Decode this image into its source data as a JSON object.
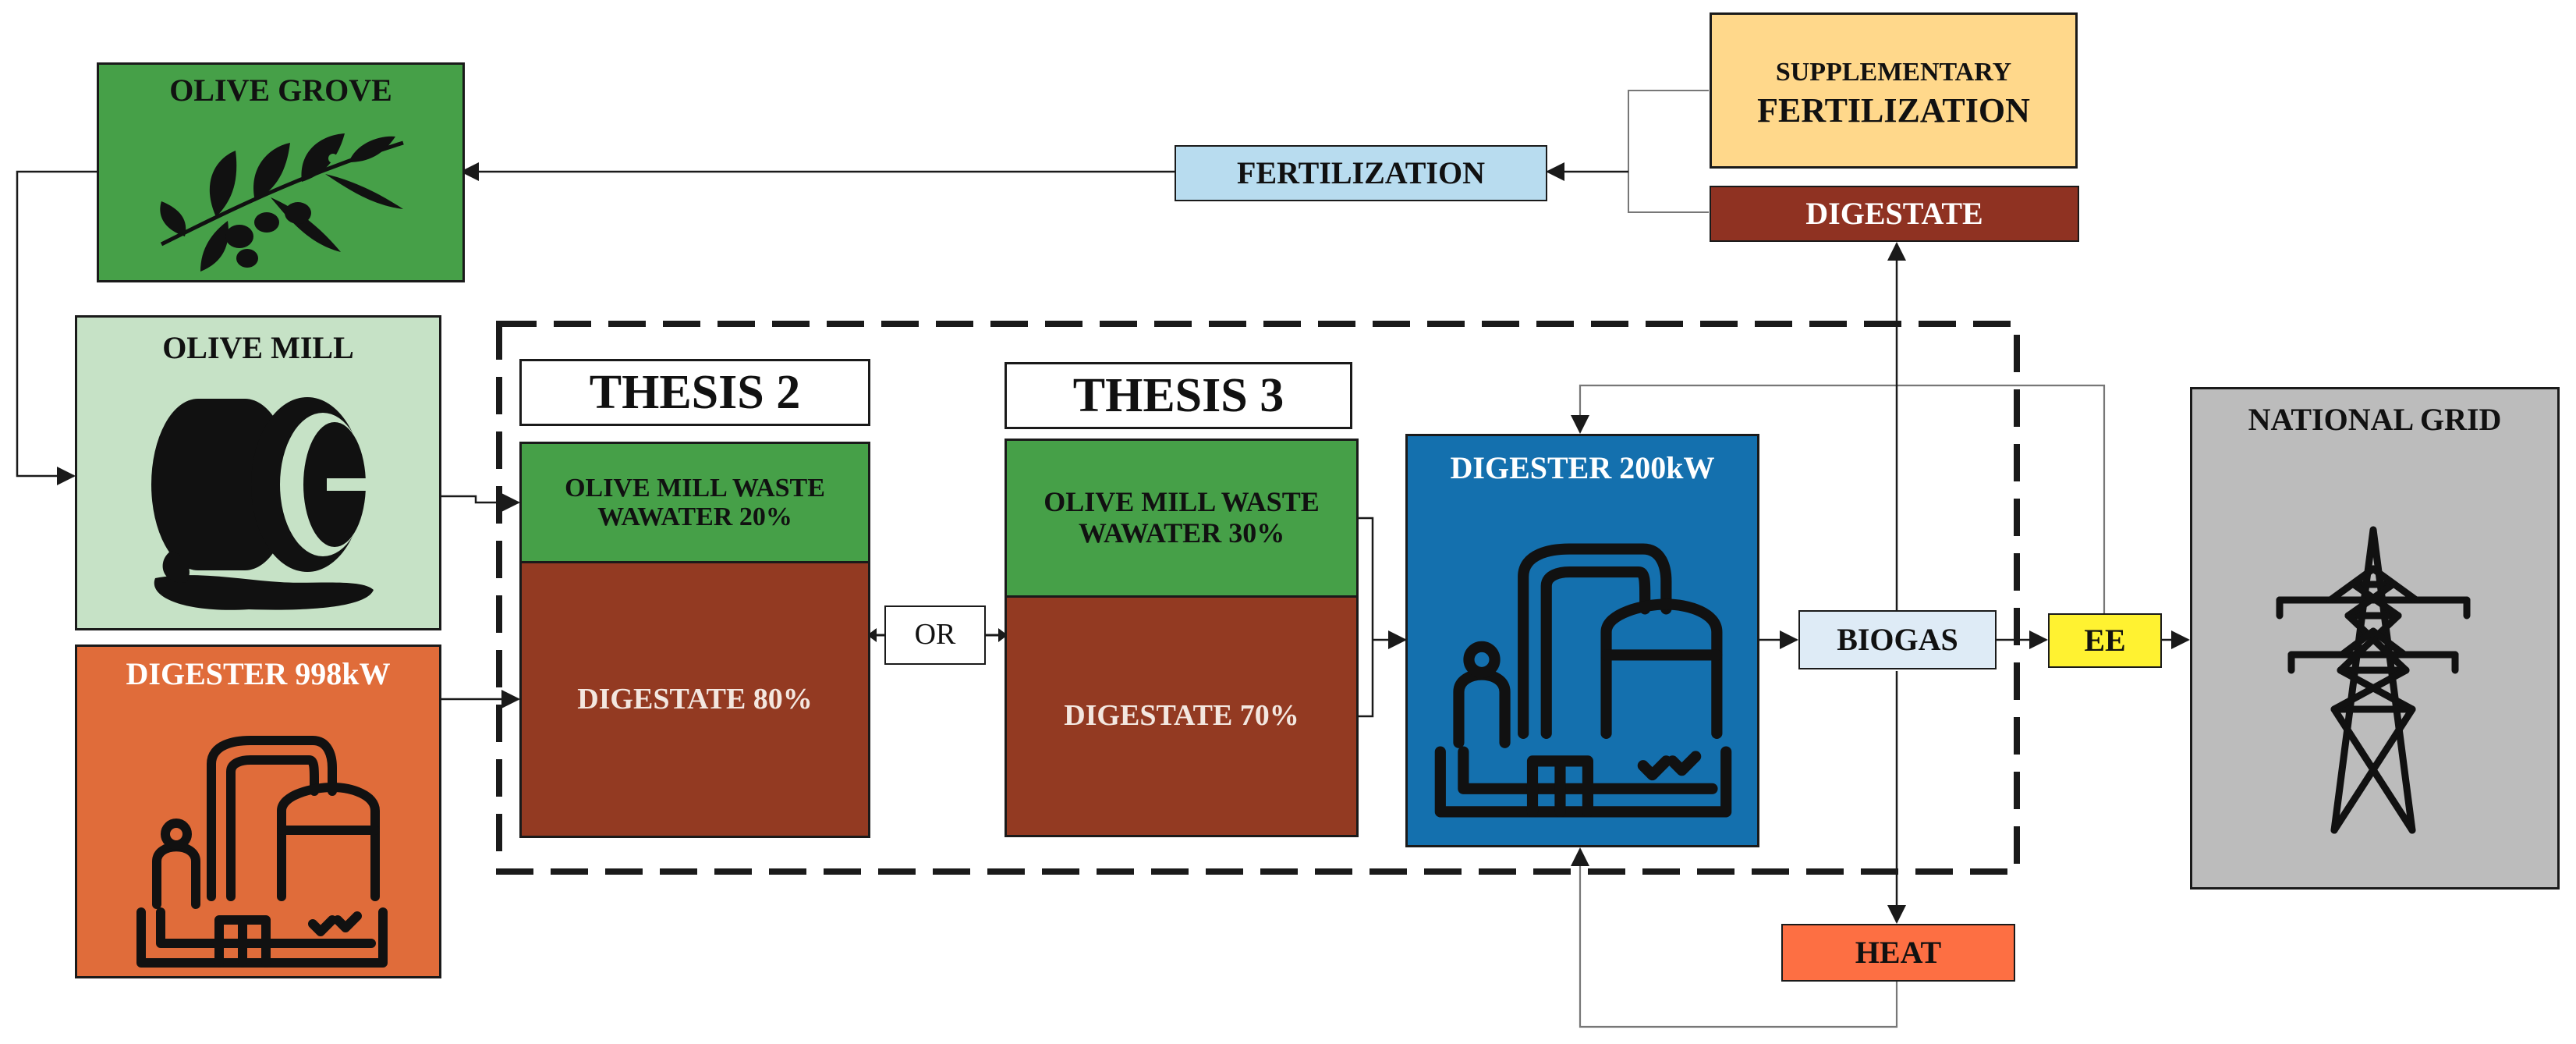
{
  "nodes": {
    "olive_grove": {
      "label": "OLIVE GROVE",
      "color": "#46a048"
    },
    "olive_mill": {
      "label": "OLIVE MILL",
      "color": "#c6e2c6"
    },
    "digester_998": {
      "label": "DIGESTER 998kW",
      "color": "#e06c3a"
    },
    "thesis2": {
      "title": "THESIS 2",
      "waste": "OLIVE MILL WASTE WAWATER 20%",
      "digestate": "DIGESTATE 80%"
    },
    "or_box": {
      "label": "OR"
    },
    "thesis3": {
      "title": "THESIS 3",
      "waste": "OLIVE MILL WASTE WAWATER 30%",
      "digestate": "DIGESTATE 70%"
    },
    "digester_200": {
      "label": "DIGESTER 200kW",
      "color": "#1470ae"
    },
    "biogas": {
      "label": "BIOGAS",
      "color": "#deebf6"
    },
    "ee": {
      "label": "EE",
      "color": "#fff231"
    },
    "national_grid": {
      "label": "NATIONAL GRID",
      "color": "#bcbcbc"
    },
    "heat": {
      "label": "HEAT",
      "color": "#fd6f43"
    },
    "digestate_out": {
      "label": "DIGESTATE",
      "color": "#8f3222"
    },
    "supplementary": {
      "label_line1": "SUPPLEMENTARY",
      "label_line2": "FERTILIZATION",
      "color": "#ffd88b"
    },
    "fertilization": {
      "label": "FERTILIZATION",
      "color": "#b8dcef"
    }
  },
  "colors": {
    "waste_green": "#46a048",
    "digestate_brown": "#933a22",
    "line": "#1a1a1a",
    "thin_line": "#777777"
  },
  "icons": [
    "olive-branch-icon",
    "olive-mill-press-icon",
    "biogas-plant-icon",
    "power-pylon-icon"
  ]
}
